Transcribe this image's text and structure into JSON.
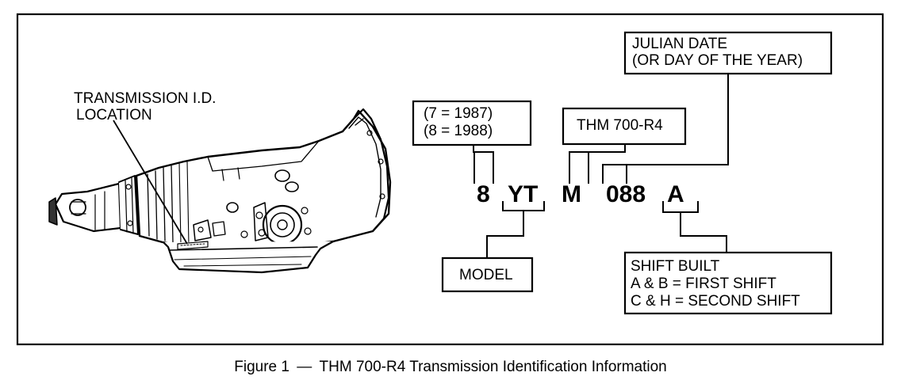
{
  "diagram": {
    "location_callout": {
      "line1": "TRANSMISSION I.D.",
      "line2": "LOCATION"
    },
    "code_characters": {
      "year": "8",
      "model": "YT",
      "plant": "M",
      "julian_date": "088",
      "shift": "A"
    },
    "year_box": {
      "line1": "(7 = 1987)",
      "line2": "(8 = 1988)"
    },
    "transmission_box": {
      "text": "THM 700-R4"
    },
    "julian_box": {
      "line1": "JULIAN DATE",
      "line2": "(OR DAY OF THE YEAR)"
    },
    "model_box": {
      "text": "MODEL"
    },
    "shift_box": {
      "line1": "SHIFT BUILT",
      "line2": "A & B = FIRST SHIFT",
      "line3": "C & H = SECOND SHIFT"
    }
  },
  "caption": {
    "figure": "Figure 1",
    "dash": "—",
    "title": "THM 700-R4 Transmission Identification Information"
  }
}
